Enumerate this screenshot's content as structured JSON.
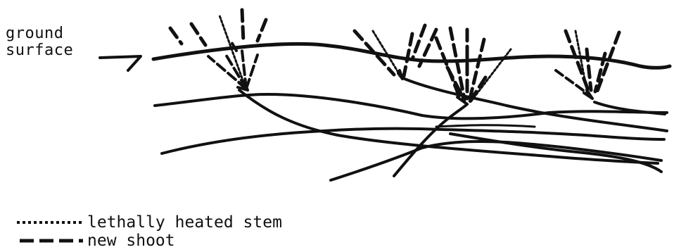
{
  "ground_label": {
    "line1": "ground",
    "line2": "surface"
  },
  "legend": {
    "heated_stem": "lethally heated stem",
    "new_shoot": "new shoot"
  },
  "colors": {
    "ink": "#111111",
    "background": "#ffffff"
  }
}
